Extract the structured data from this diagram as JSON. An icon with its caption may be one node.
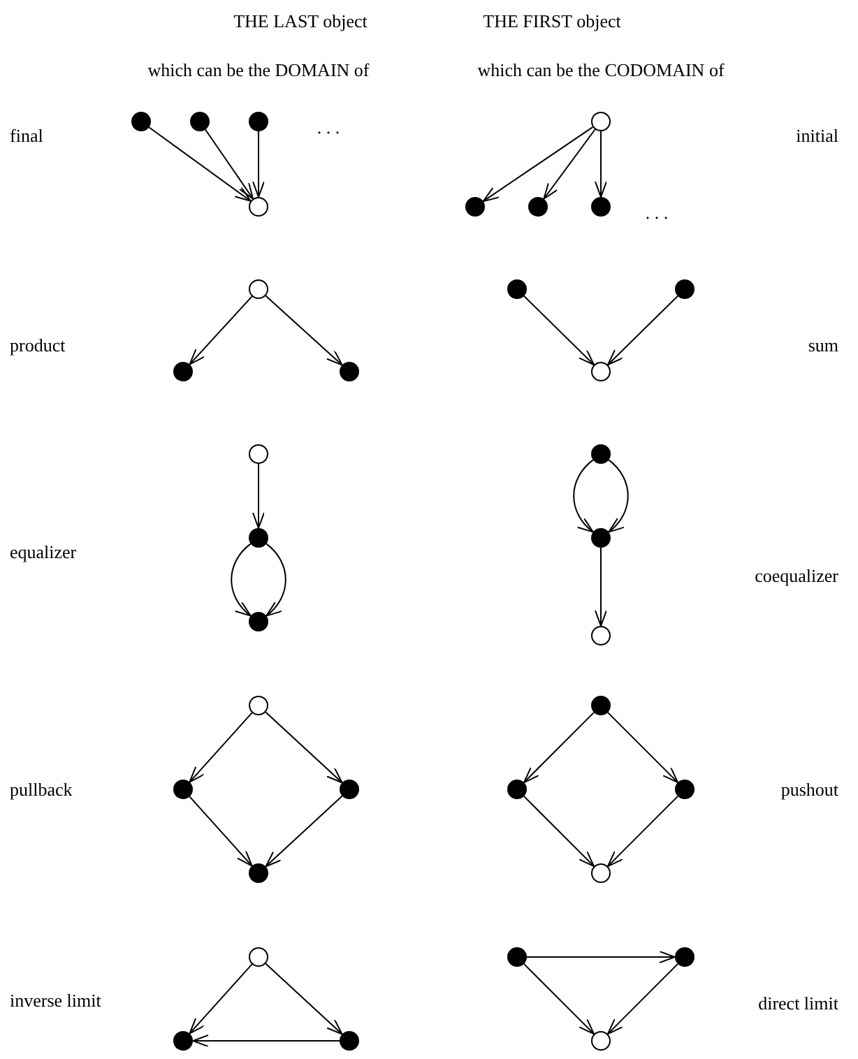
{
  "diagram": {
    "nodes": [
      {
        "text": [],
        "shape": "dot"
      },
      {
        "text": [],
        "shape": "dot"
      },
      {
        "text": [],
        "shape": "dot"
      },
      {
        "text": [],
        "shape": "circle"
      },
      {
        "text": [],
        "shape": "circle"
      },
      {
        "text": [],
        "shape": "dot"
      },
      {
        "text": [],
        "shape": "dot"
      },
      {
        "text": [],
        "shape": "dot"
      },
      {
        "text": [],
        "shape": "circle"
      },
      {
        "text": [],
        "shape": "dot"
      },
      {
        "text": [],
        "shape": "dot"
      },
      {
        "text": [],
        "shape": "dot"
      },
      {
        "text": [],
        "shape": "dot"
      },
      {
        "text": [],
        "shape": "circle"
      },
      {
        "text": [],
        "shape": "circle"
      },
      {
        "text": [],
        "shape": "dot"
      },
      {
        "text": [],
        "shape": "dot"
      },
      {
        "text": [],
        "shape": "dot"
      },
      {
        "text": [],
        "shape": "dot"
      },
      {
        "text": [],
        "shape": "circle"
      },
      {
        "text": [],
        "shape": "circle"
      },
      {
        "text": [],
        "shape": "dot"
      },
      {
        "text": [],
        "shape": "dot"
      },
      {
        "text": [],
        "shape": "dot"
      },
      {
        "text": [],
        "shape": "dot"
      },
      {
        "text": [],
        "shape": "dot"
      },
      {
        "text": [],
        "shape": "dot"
      },
      {
        "text": [],
        "shape": "circle"
      },
      {
        "text": [],
        "shape": "circle"
      },
      {
        "text": [],
        "shape": "dot"
      },
      {
        "text": [],
        "shape": "dot"
      },
      {
        "text": [],
        "shape": "dot"
      },
      {
        "text": [],
        "shape": "dot"
      },
      {
        "text": [],
        "shape": "circle"
      }
    ],
    "edges": [
      {
        "from": 0,
        "to": 3,
        "arrow": "to"
      },
      {
        "from": 1,
        "to": 3,
        "arrow": "to"
      },
      {
        "from": 2,
        "to": 3,
        "arrow": "to"
      },
      {
        "from": 4,
        "to": 5,
        "arrow": "to"
      },
      {
        "from": 4,
        "to": 6,
        "arrow": "to"
      },
      {
        "from": 4,
        "to": 7,
        "arrow": "to"
      },
      {
        "from": 8,
        "to": 9,
        "arrow": "to"
      },
      {
        "from": 8,
        "to": 10,
        "arrow": "to"
      },
      {
        "from": 11,
        "to": 13,
        "arrow": "to"
      },
      {
        "from": 12,
        "to": 13,
        "arrow": "to"
      },
      {
        "from": 14,
        "to": 15,
        "arrow": "to"
      },
      {
        "from": 15,
        "to": 16,
        "arrow": "to"
      },
      {
        "from": 15,
        "to": 16,
        "arrow": "to"
      },
      {
        "from": 17,
        "to": 18,
        "arrow": "to"
      },
      {
        "from": 17,
        "to": 18,
        "arrow": "to"
      },
      {
        "from": 18,
        "to": 19,
        "arrow": "to"
      },
      {
        "from": 20,
        "to": 21,
        "arrow": "to"
      },
      {
        "from": 20,
        "to": 22,
        "arrow": "to"
      },
      {
        "from": 21,
        "to": 23,
        "arrow": "to"
      },
      {
        "from": 22,
        "to": 23,
        "arrow": "to"
      },
      {
        "from": 24,
        "to": 25,
        "arrow": "to"
      },
      {
        "from": 24,
        "to": 26,
        "arrow": "to"
      },
      {
        "from": 25,
        "to": 27,
        "arrow": "to"
      },
      {
        "from": 26,
        "to": 27,
        "arrow": "to"
      },
      {
        "from": 28,
        "to": 29,
        "arrow": "to"
      },
      {
        "from": 28,
        "to": 30,
        "arrow": "to"
      },
      {
        "from": 30,
        "to": 29,
        "arrow": "to"
      },
      {
        "from": 31,
        "to": 32,
        "arrow": "to"
      },
      {
        "from": 31,
        "to": 33,
        "arrow": "to"
      },
      {
        "from": 32,
        "to": 33,
        "arrow": "to"
      }
    ],
    "labels": [
      "THE LAST object",
      "THE FIRST object",
      "which can be the DOMAIN of",
      "which can be the CODOMAIN of",
      "final",
      ". . .",
      "initial",
      ". . .",
      "product",
      "sum",
      "equalizer",
      "coequalizer",
      "pullback",
      "pushout",
      "inverse limit",
      "direct limit"
    ]
  }
}
